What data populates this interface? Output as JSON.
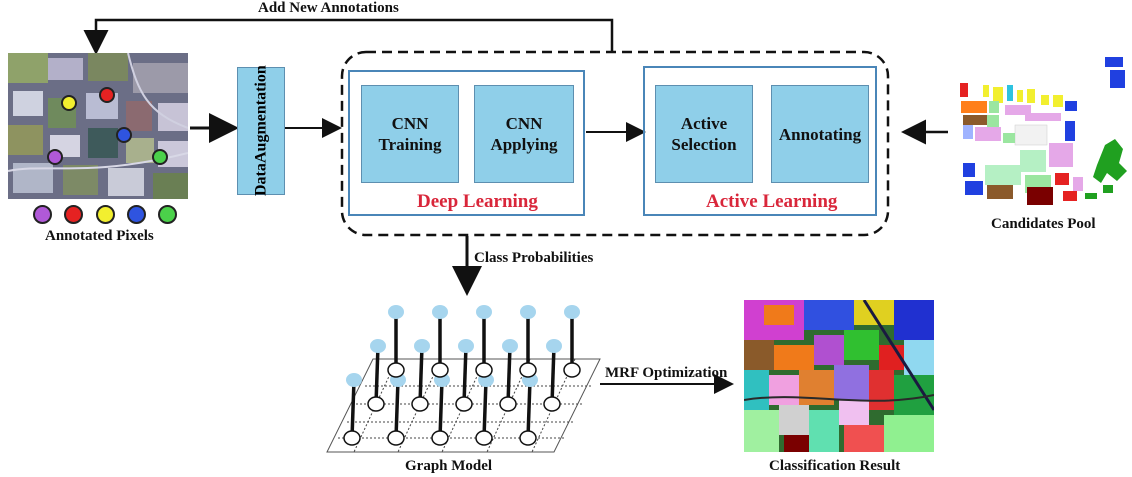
{
  "top_loop_label": "Add New Annotations",
  "left": {
    "image_name": "annotated-image",
    "caption": "Annotated Pixels",
    "marker_colors": [
      "#b059d8",
      "#e52222",
      "#f2ef2f",
      "#2f54e0",
      "#4bd14a"
    ]
  },
  "augmentation": {
    "line1": "Data",
    "line2": "Augmentation"
  },
  "deep_learning": {
    "title": "Deep Learning",
    "cnn_training": [
      "CNN",
      "Training"
    ],
    "cnn_applying": [
      "CNN",
      "Applying"
    ]
  },
  "active_learning": {
    "title": "Active Learning",
    "active_selection": [
      "Active",
      "Selection"
    ],
    "annotating": "Annotating"
  },
  "candidates": {
    "caption": "Candidates Pool"
  },
  "class_prob_label": "Class Probabilities",
  "graph": {
    "caption": "Graph Model"
  },
  "mrf_label": "MRF Optimization",
  "result": {
    "caption": "Classification Result"
  },
  "colors": {
    "box_fill": "#8fcfe9",
    "frame_border": "#4a86b8",
    "title_red": "#d9263a",
    "node_blue": "#a6d5ee"
  }
}
